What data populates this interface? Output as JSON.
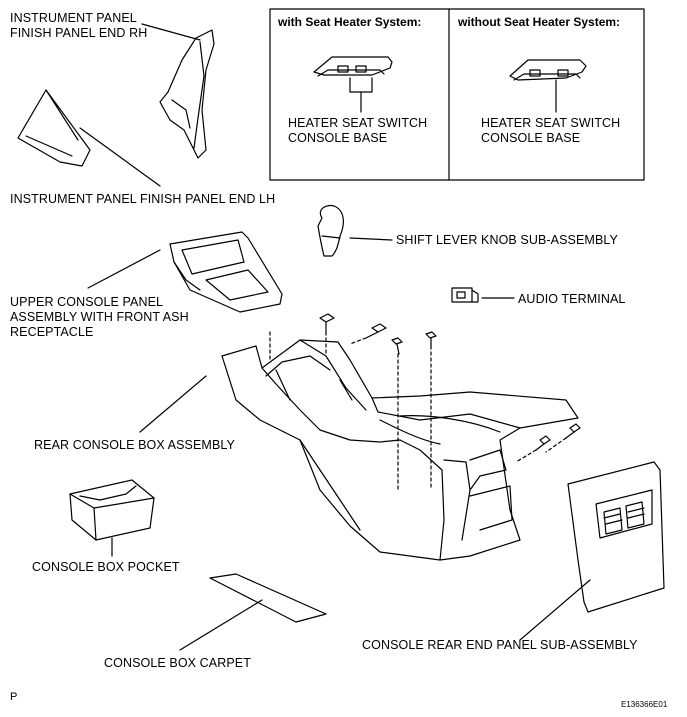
{
  "inset": {
    "with_title": "with Seat Heater System:",
    "without_title": "without Seat Heater System:",
    "with_part_line1": "HEATER SEAT SWITCH",
    "with_part_line2": "CONSOLE BASE",
    "without_part_line1": "HEATER SEAT SWITCH",
    "without_part_line2": "CONSOLE BASE"
  },
  "labels": {
    "ip_end_rh_line1": "INSTRUMENT PANEL",
    "ip_end_rh_line2": "FINISH PANEL END RH",
    "ip_end_lh": "INSTRUMENT PANEL FINISH PANEL END LH",
    "shift_knob": "SHIFT LEVER KNOB SUB-ASSEMBLY",
    "audio_terminal": "AUDIO TERMINAL",
    "upper_console_line1": "UPPER CONSOLE PANEL",
    "upper_console_line2": "ASSEMBLY WITH FRONT ASH",
    "upper_console_line3": "RECEPTACLE",
    "rear_console_box": "REAR CONSOLE BOX ASSEMBLY",
    "console_box_pocket": "CONSOLE BOX POCKET",
    "console_rear_end_panel": "CONSOLE REAR END PANEL SUB-ASSEMBLY",
    "console_box_carpet": "CONSOLE BOX CARPET"
  },
  "footer": {
    "left_code": "P",
    "figure_id": "E136366E01"
  }
}
